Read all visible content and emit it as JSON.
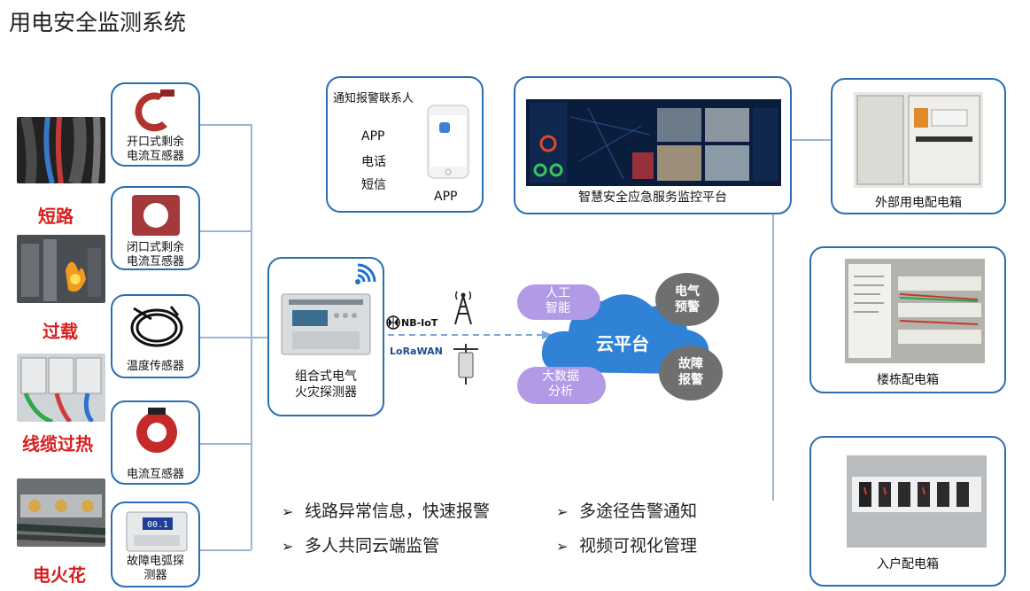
{
  "page_title": "用电安全监测系统",
  "hazards": [
    "短路",
    "过载",
    "线缆过热",
    "电火花"
  ],
  "sensors": [
    {
      "label": "开口式剩余\n电流互感器"
    },
    {
      "label": "闭口式剩余\n电流互感器"
    },
    {
      "label": "温度传感器"
    },
    {
      "label": "电流互感器"
    },
    {
      "label": "故障电弧探\n测器"
    }
  ],
  "arc_display": "00.1",
  "detector": {
    "label": "组合式电气\n火灾探测器"
  },
  "protocols": {
    "nbiot": "NB-IoT",
    "lora": "LoRaWAN"
  },
  "notify": {
    "title": "通知报警联系人",
    "items": [
      "APP",
      "电话",
      "短信"
    ],
    "phone_caption": "APP"
  },
  "platform": {
    "label": "智慧安全应急服务监控平台"
  },
  "cloud": {
    "center": "云平台",
    "bubbles": {
      "ai": "人工\n智能",
      "bigdata": "大数据\n分析",
      "alarm": "电气\n预警",
      "fault": "故障\n报警"
    }
  },
  "boxes": [
    "外部用电配电箱",
    "楼栋配电箱",
    "入户配电箱"
  ],
  "features": [
    "线路异常信息，快速报警",
    "多途径告警通知",
    "多人共同云端监管",
    "视频可视化管理"
  ],
  "colors": {
    "frame": "#2a6fb3",
    "hazard": "#d61e1e",
    "cloud": "#2f82d6",
    "bubble": "#b39ae6",
    "gray_bubble": "#6f6f6f"
  }
}
